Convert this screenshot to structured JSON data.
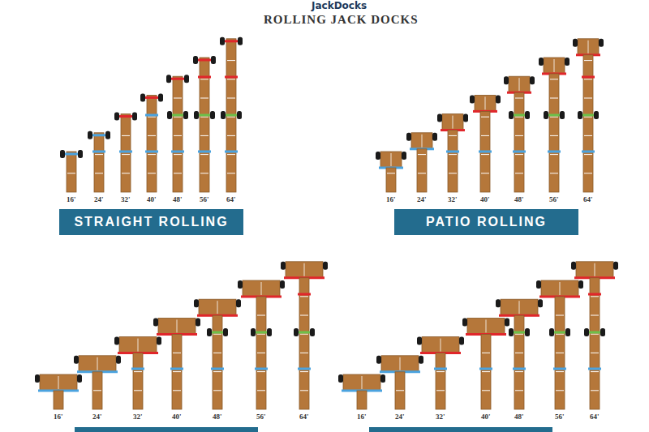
{
  "diagram": {
    "title": "ROLLING JACK DOCKS",
    "nodes": [
      {
        "text": [
          "STRAIGHT ROLLING"
        ]
      },
      {
        "text": [
          "PATIO ROLLING"
        ]
      }
    ],
    "labels": [
      "JackDocks",
      "16'",
      "24'",
      "32'",
      "40'",
      "48'",
      "56'",
      "64'",
      "16'",
      "24'",
      "32'",
      "40'",
      "48'",
      "56'",
      "64'",
      "16'",
      "24'",
      "32'",
      "40'",
      "48'",
      "56'",
      "64'",
      "16'",
      "24'",
      "32'",
      "40'",
      "48'",
      "56'",
      "64'"
    ]
  }
}
